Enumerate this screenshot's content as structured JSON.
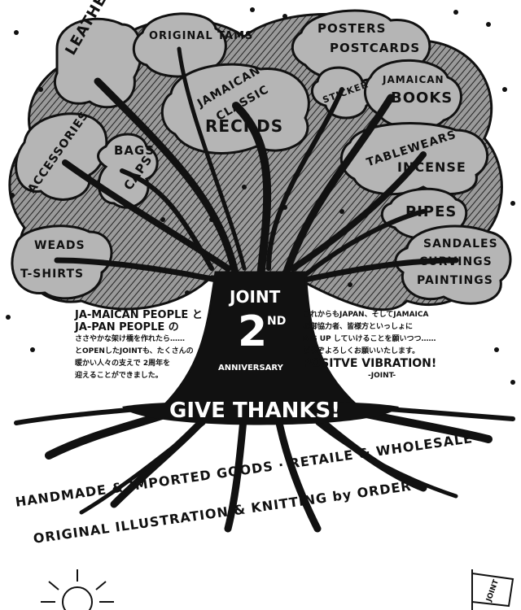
{
  "branches": {
    "leather_hats": "LEATHER HATS",
    "original_tams": "ORIGINAL TAMS",
    "posters_postcards_1": "POSTERS",
    "posters_postcards_2": "POSTCARDS",
    "jamaican_classic_records_1": "JAMAICAN",
    "jamaican_classic_records_2": "CLASSIC",
    "jamaican_classic_records_3": "RECRDS",
    "sticker": "STICKER",
    "jamaican_books_1": "JAMAICAN",
    "jamaican_books_2": "BOOKS",
    "accessories": "ACCESSORIES",
    "bags": "BAGS",
    "caps": "CAPS",
    "tablewears": "TABLEWEARS",
    "incense": "INCENSE",
    "pipes": "PIPES",
    "weads": "WEADS",
    "tshirts": "T-SHIRTS",
    "sandales": "SANDALES",
    "curvings": "CURVINGS",
    "paintings": "PAINTINGS"
  },
  "trunk": {
    "joint": "JOINT",
    "second": "2",
    "nd": "ND",
    "anniversary": "ANNIVERSARY"
  },
  "message_left": {
    "line1": "JA-MAICAN PEOPLE と",
    "line2": "JA-PAN PEOPLE の",
    "line3": "ささやかな架け橋を作れたら……",
    "line4": "とOPENしたJOINTも、たくさんの",
    "line5": "暖かい人々の支えで 2周年を",
    "line6": "迎えることができました。"
  },
  "message_right": {
    "line1": "これからもJAPAN、そしてJAMAICA",
    "line2": "の御協力者、皆様方といっしょに",
    "line3": "BIG UP していけることを願いつつ……",
    "line4": "どうぞよろしくお願いいたします。",
    "line5": "POSITVE VIBRATION!",
    "line6": "-JOINT-"
  },
  "give_thanks": "GIVE THANKS!",
  "banner": {
    "line1": "HANDMADE & IMPORTED GOODS · RETAILE & WHOLESALE",
    "line2": "ORIGINAL ILLUSTRATION & KNITTING by ORDER"
  },
  "corner_tag": "JOINT"
}
